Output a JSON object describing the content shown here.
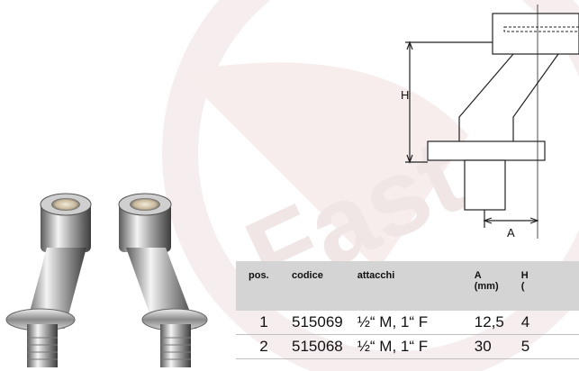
{
  "drawing": {
    "dim_h": "H",
    "dim_a": "A"
  },
  "table": {
    "headers": {
      "pos": "pos.",
      "codice": "codice",
      "attacchi": "attacchi",
      "a": "A",
      "a_unit": "(mm)",
      "h": "H",
      "h_unit": "("
    },
    "rows": [
      {
        "pos": "1",
        "codice": "515069",
        "attacchi": "½“ M, 1“ F",
        "a": "12,5",
        "h": "4"
      },
      {
        "pos": "2",
        "codice": "515068",
        "attacchi": "½“ M, 1“ F",
        "a": "30",
        "h": "5"
      }
    ]
  },
  "colors": {
    "table_header_bg": "#d4d4d4",
    "watermark": "#f3e9e9"
  }
}
